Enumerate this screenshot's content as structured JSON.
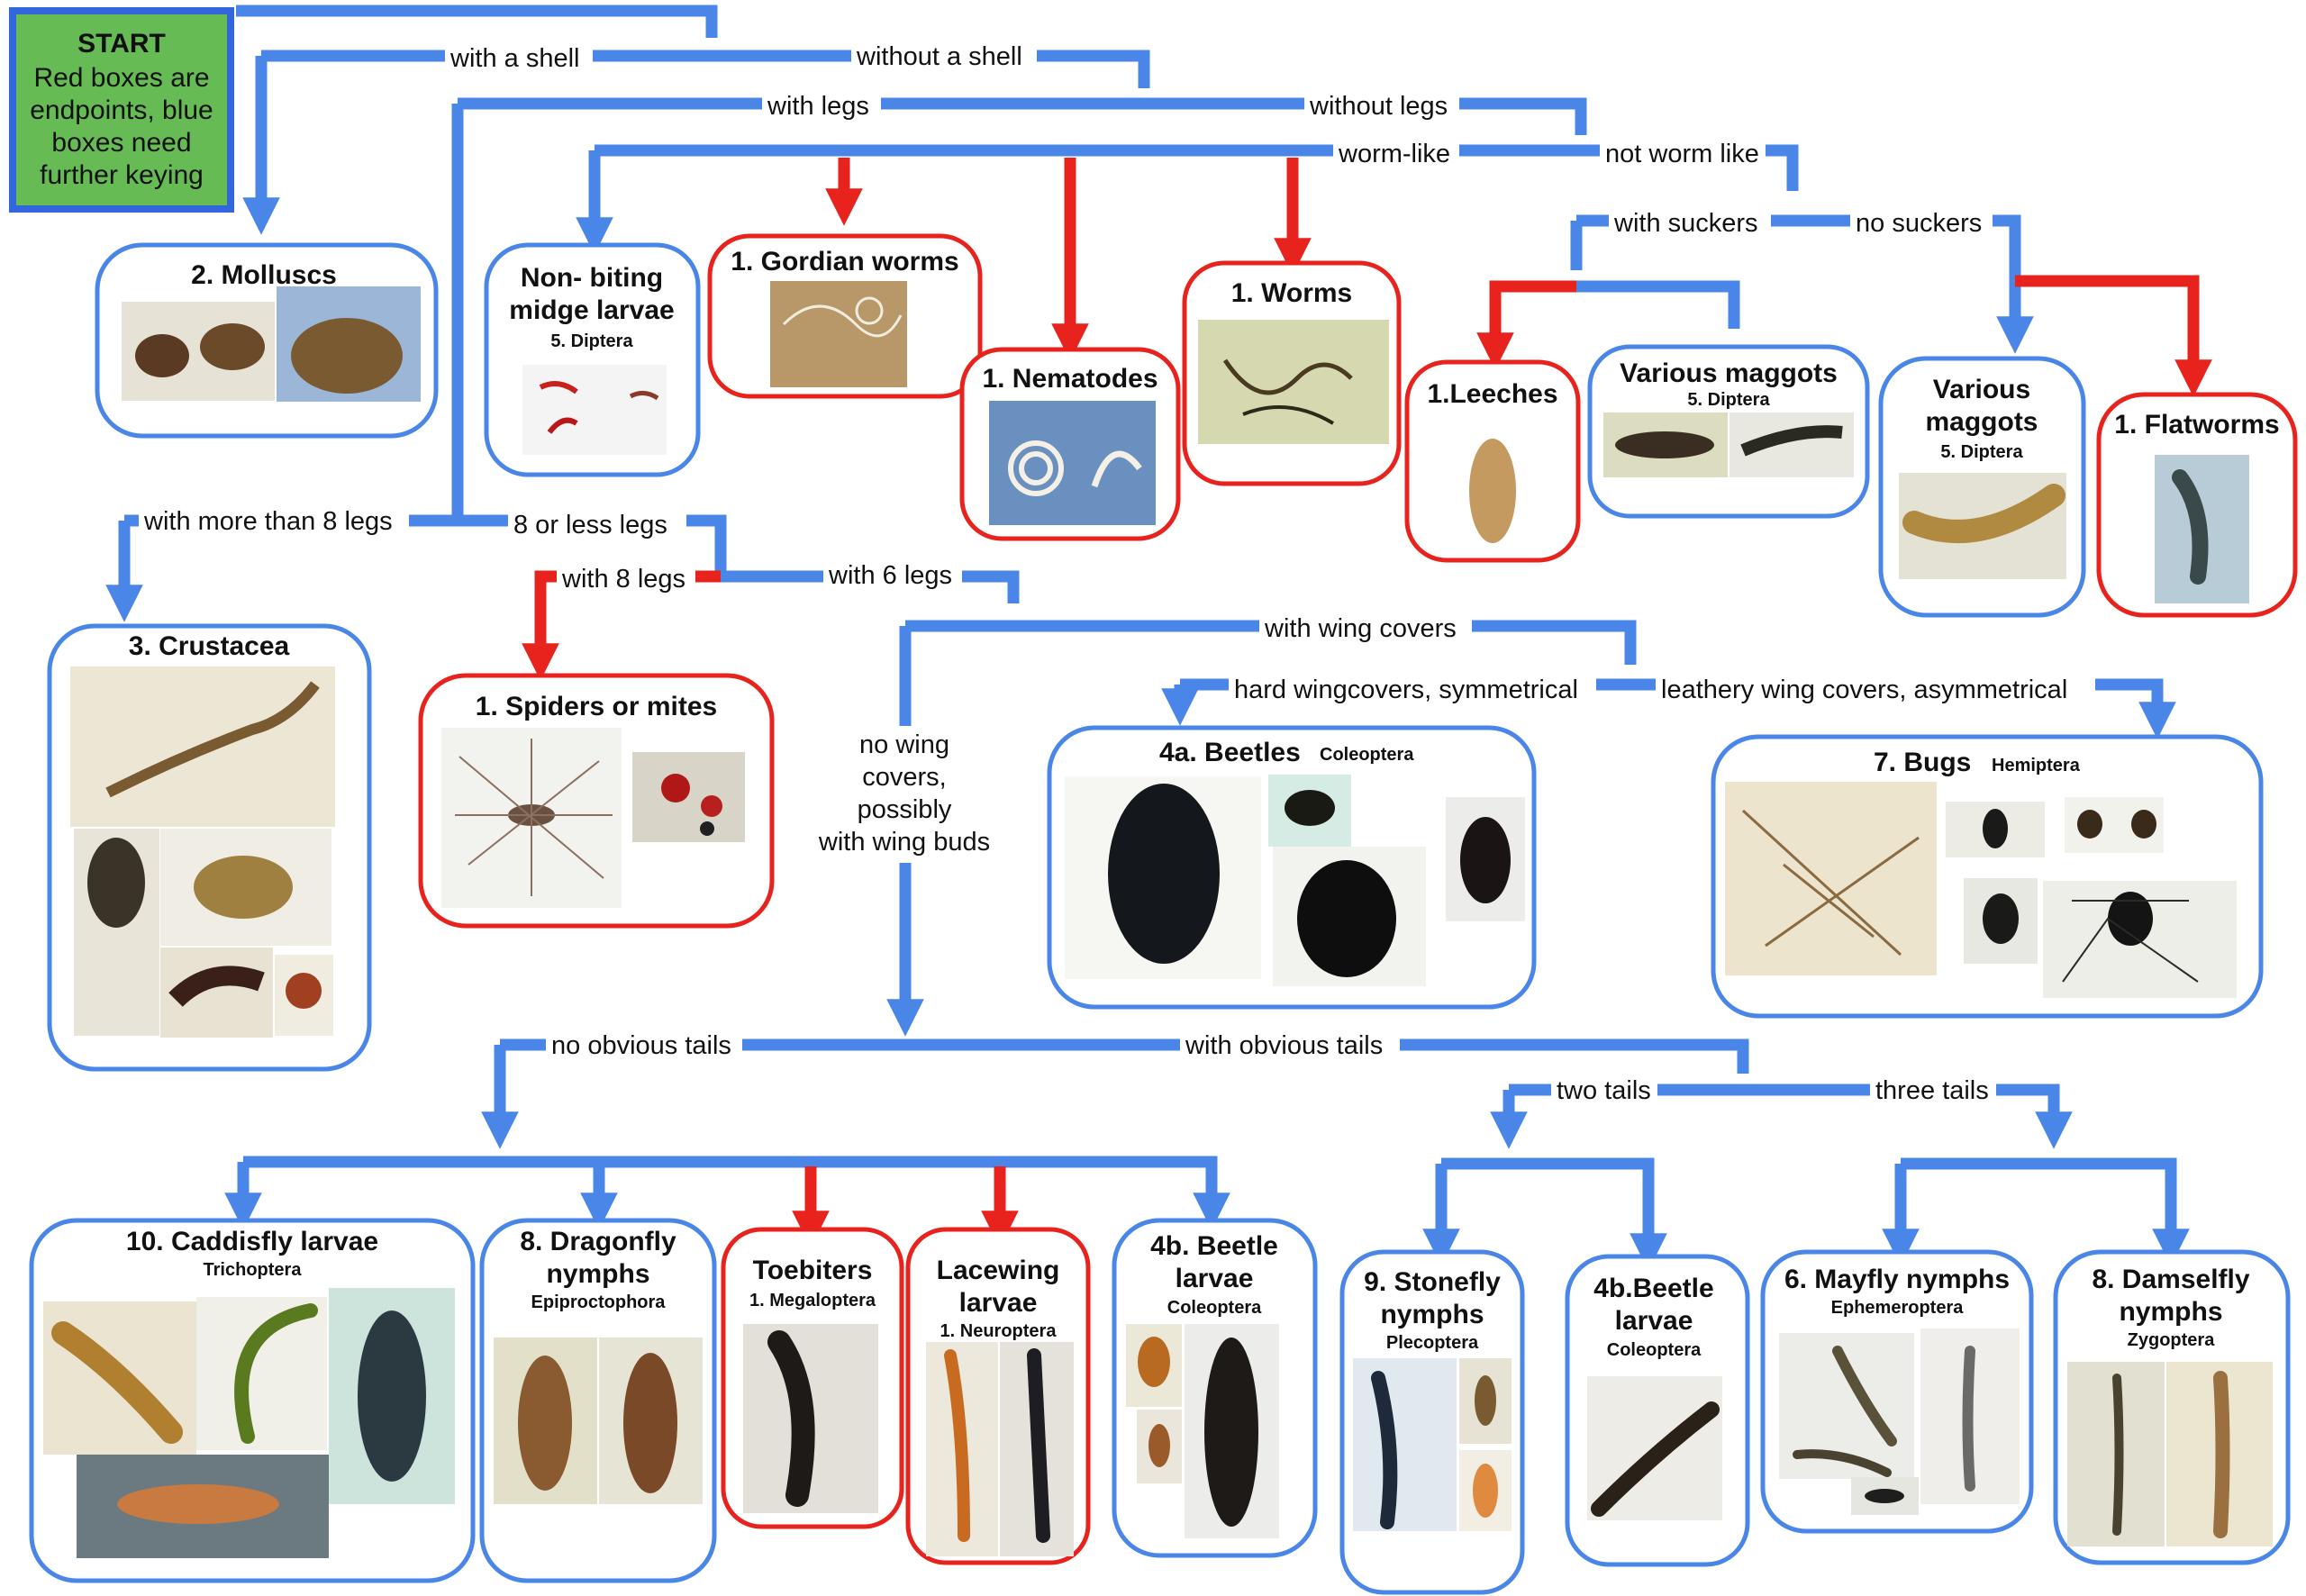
{
  "start": {
    "title": "START",
    "lines": [
      "Red boxes are",
      "endpoints, blue",
      "boxes need",
      "further keying"
    ]
  },
  "colors": {
    "blue": "#4a86e8",
    "red": "#e8231d",
    "start_fill": "#66bb55",
    "start_border": "#3366dd"
  },
  "edges": {
    "with_shell": "with a shell",
    "without_shell": "without a shell",
    "with_legs": "with legs",
    "without_legs": "without legs",
    "worm_like": "worm-like",
    "not_worm_like": "not worm like",
    "with_suckers": "with suckers",
    "no_suckers": "no suckers",
    "more_than_8": "with more than 8 legs",
    "eight_or_less": "8 or less legs",
    "with_8": "with 8 legs",
    "with_6": "with 6 legs",
    "with_wing_covers": "with wing covers",
    "hard_wingcovers": "hard wingcovers, symmetrical",
    "leathery": "leathery wing covers, asymmetrical",
    "no_wing_covers": [
      "no wing",
      "covers,",
      "possibly",
      "with wing buds"
    ],
    "no_obvious_tails": "no obvious tails",
    "with_obvious_tails": "with obvious tails",
    "two_tails": "two tails",
    "three_tails": "three tails"
  },
  "boxes": {
    "molluscs": {
      "title": [
        "2. Molluscs"
      ],
      "sub": ""
    },
    "midge": {
      "title": [
        "Non- biting",
        "midge larvae"
      ],
      "sub": "5. Diptera"
    },
    "gordian": {
      "title": [
        "1. Gordian worms"
      ],
      "sub": ""
    },
    "nematodes": {
      "title": [
        "1. Nematodes"
      ],
      "sub": ""
    },
    "worms": {
      "title": [
        "1. Worms"
      ],
      "sub": ""
    },
    "leeches": {
      "title": [
        "1.Leeches"
      ],
      "sub": ""
    },
    "maggots1": {
      "title": [
        "Various maggots"
      ],
      "sub": "5. Diptera"
    },
    "maggots2": {
      "title": [
        "Various",
        "maggots"
      ],
      "sub": "5. Diptera"
    },
    "flatworms": {
      "title": [
        "1. Flatworms"
      ],
      "sub": ""
    },
    "crustacea": {
      "title": [
        "3. Crustacea"
      ],
      "sub": ""
    },
    "spiders": {
      "title": [
        "1. Spiders or mites"
      ],
      "sub": ""
    },
    "beetles": {
      "title": [
        "4a. Beetles"
      ],
      "sub": "Coleoptera"
    },
    "bugs": {
      "title": [
        "7. Bugs"
      ],
      "sub": "Hemiptera"
    },
    "caddisfly": {
      "title": [
        "10. Caddisfly larvae"
      ],
      "sub": "Trichoptera"
    },
    "dragonfly": {
      "title": [
        "8. Dragonfly",
        "nymphs"
      ],
      "sub": "Epiproctophora"
    },
    "toebiters": {
      "title": [
        "Toebiters"
      ],
      "sub": "1. Megaloptera"
    },
    "lacewing": {
      "title": [
        "Lacewing",
        "larvae"
      ],
      "sub": "1. Neuroptera"
    },
    "beetle_larvae1": {
      "title": [
        "4b. Beetle",
        "larvae"
      ],
      "sub": "Coleoptera"
    },
    "stonefly": {
      "title": [
        "9. Stonefly",
        "nymphs"
      ],
      "sub": "Plecoptera"
    },
    "beetle_larvae2": {
      "title": [
        "4b.Beetle",
        "larvae"
      ],
      "sub": "Coleoptera"
    },
    "mayfly": {
      "title": [
        "6. Mayfly nymphs"
      ],
      "sub": "Ephemeroptera"
    },
    "damselfly": {
      "title": [
        "8. Damselfly",
        "nymphs"
      ],
      "sub": "Zygoptera"
    }
  }
}
